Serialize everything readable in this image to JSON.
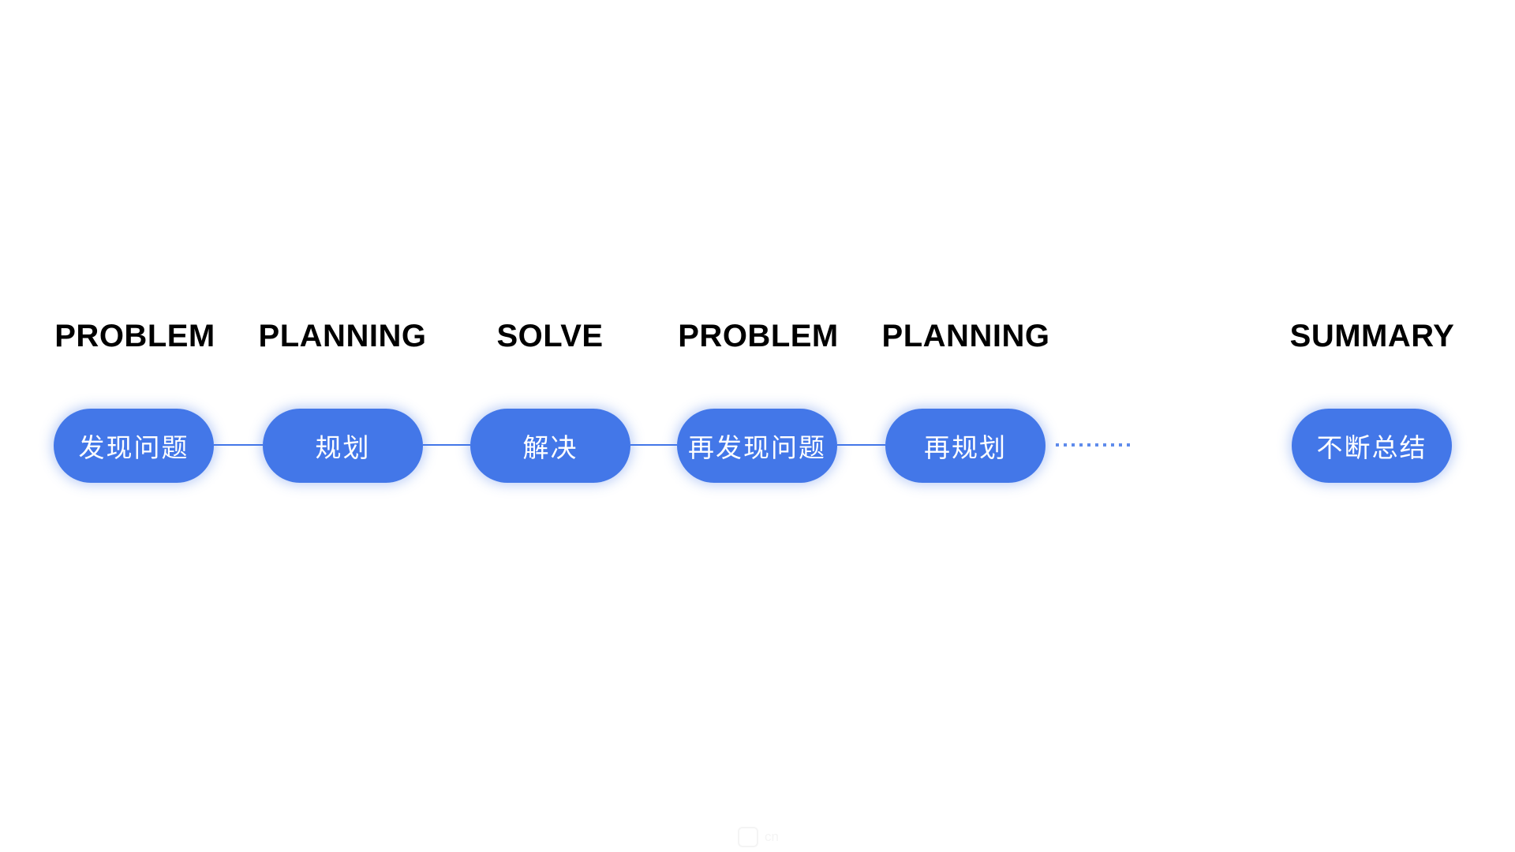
{
  "colors": {
    "pill_fill": "#4377e8",
    "pill_text": "#ffffff",
    "label_text": "#000000",
    "connector": "#4377e8"
  },
  "flow": {
    "steps": [
      {
        "label": "PROBLEM",
        "pill": "发现问题"
      },
      {
        "label": "PLANNING",
        "pill": "规划"
      },
      {
        "label": "SOLVE",
        "pill": "解决"
      },
      {
        "label": "PROBLEM",
        "pill": "再发现问题"
      },
      {
        "label": "PLANNING",
        "pill": "再规划"
      },
      {
        "label": "SUMMARY",
        "pill": "不断总结"
      }
    ],
    "continuation": "dotted"
  },
  "watermark": {
    "text": "cn"
  }
}
